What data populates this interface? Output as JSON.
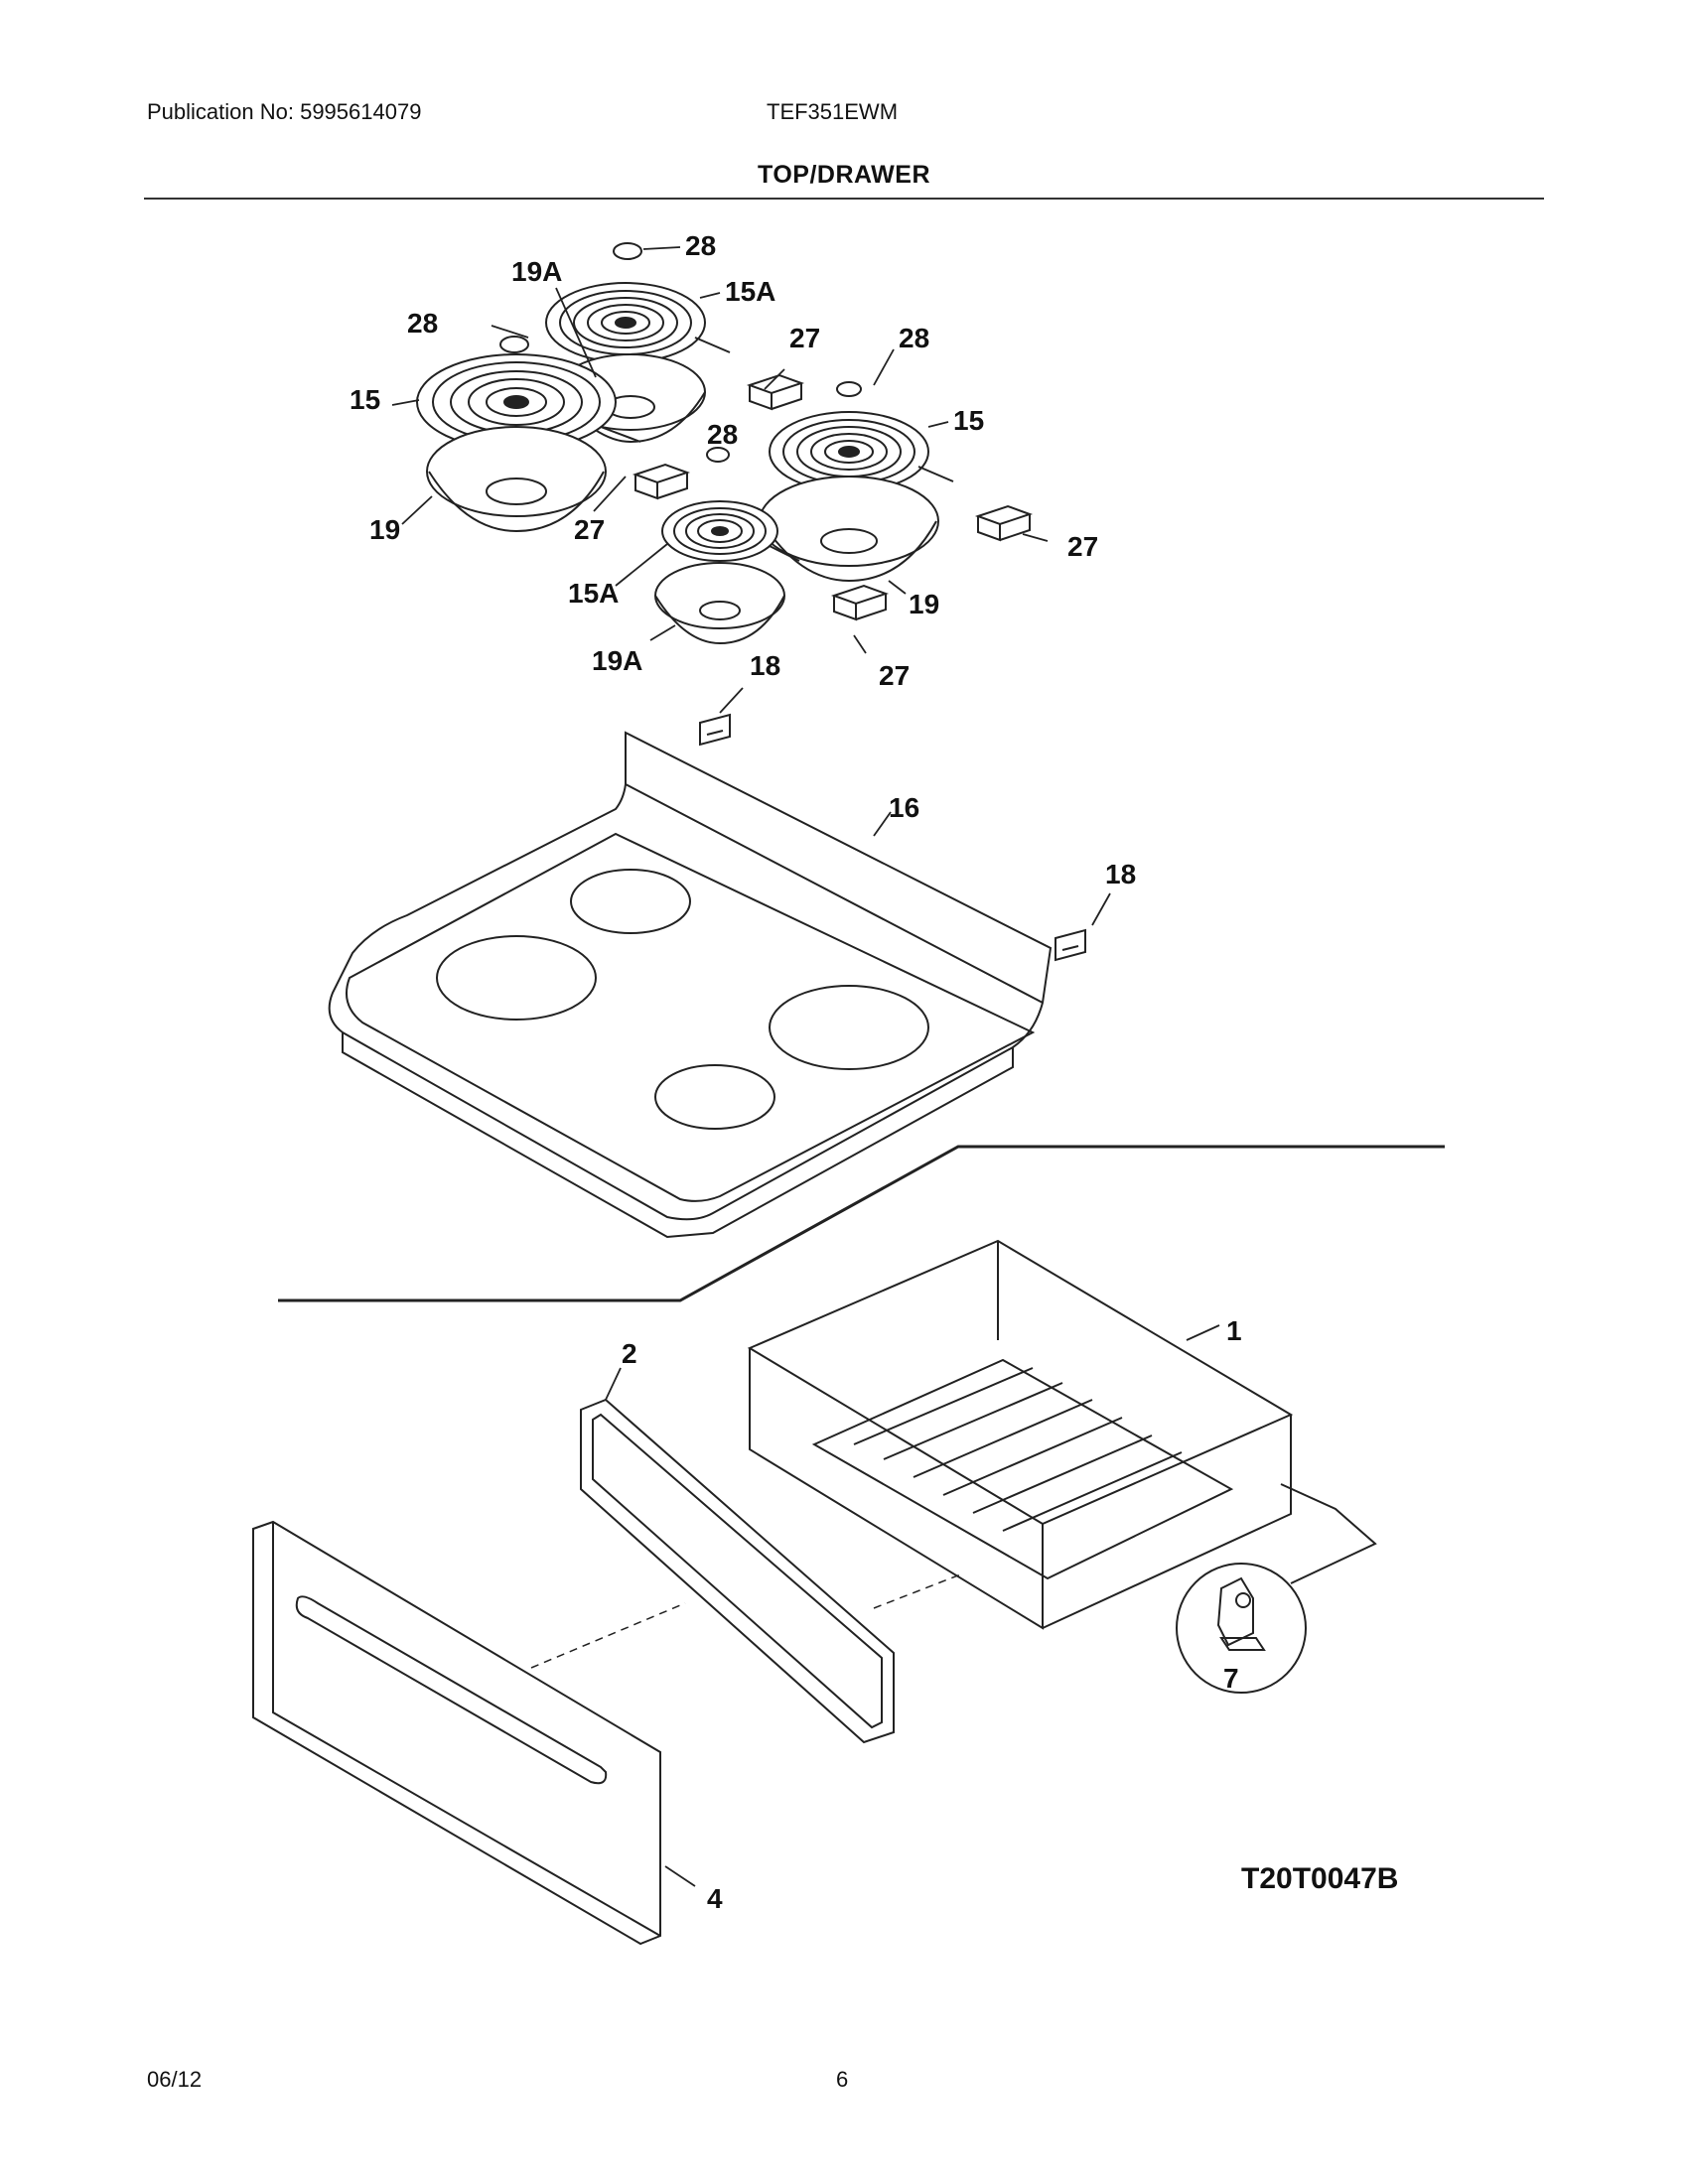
{
  "header": {
    "publication": "Publication No: 5995614079",
    "model": "TEF351EWM",
    "section_title": "TOP/DRAWER"
  },
  "diagram": {
    "callouts": [
      "28",
      "19A",
      "15A",
      "28",
      "27",
      "28",
      "15",
      "15",
      "28",
      "19",
      "27",
      "15A",
      "27",
      "19",
      "19A",
      "18",
      "27",
      "16",
      "18",
      "1",
      "2",
      "7",
      "4"
    ],
    "code": "T20T0047B"
  },
  "footer": {
    "date": "06/12",
    "page": "6"
  }
}
